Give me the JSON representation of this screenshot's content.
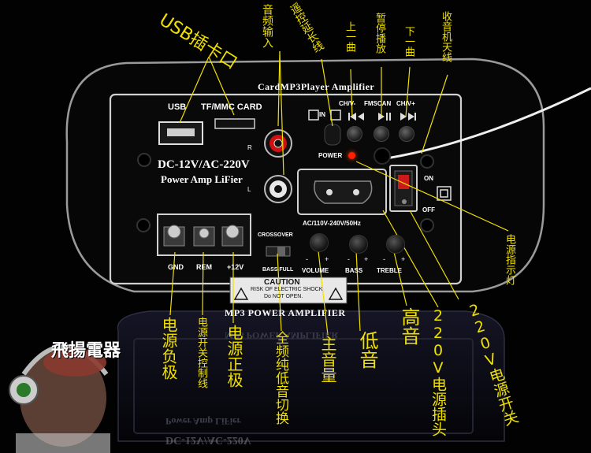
{
  "panel": {
    "brand_title": "CardMP3Player Amplifier",
    "usb_label": "USB",
    "tf_label": "TF/MMC CARD",
    "voltage_line": "DC-12V/AC-220V",
    "product_line": "Power Amp LiFier",
    "ch_minus": "CH/V-",
    "fmscan": "FMSCAN",
    "ch_plus": "CH/V+",
    "in_label": "IN",
    "power_label": "POWER",
    "on_label": "ON",
    "off_label": "OFF",
    "r_label": "R",
    "l_label": "L",
    "ac_input": "AC/110V-240V/50Hz",
    "crossover": "CROSSOVER",
    "bass_full": "BASS FULL",
    "volume": "VOLUME",
    "bass": "BASS",
    "treble": "TREBLE",
    "minus": "-",
    "plus": "+",
    "gnd": "GND",
    "rem": "REM",
    "plus12": "+12V",
    "caution_title": "CAUTION",
    "caution_line1": "RISK OF ELECTRIC SHOCK",
    "caution_line2": "Do NOT OPEN.",
    "mp3_power_amp": "MP3 POWER AMPLIFIER",
    "reflection_1": "MP3 POWER AMPLIFIER",
    "reflection_2": "Power Amp LiFier",
    "reflection_3": "DC-12V/AC-220V"
  },
  "annotations": {
    "usb_port": "USB插卡口",
    "audio_input": "音频输入",
    "remote_ext": "遥控延长线",
    "prev_track": "上一曲",
    "pause_play": "暂停播放",
    "next_track": "下一曲",
    "radio_antenna": "收音机天线",
    "power_indicator": "电源指示灯",
    "power_negative": "电源负极",
    "power_switch_ctrl": "电源开关控制线",
    "power_positive": "电源正极",
    "fullband_bass_switch": "全频纯低音切换",
    "main_volume": "主音量",
    "bass_note": "低音",
    "treble_note": "高音",
    "ac_socket": "220V电源插头",
    "ac_switch": "220V电源开关"
  },
  "watermark": {
    "text": "飛揚電器"
  },
  "colors": {
    "annotation": "#f0e000",
    "panel_outline": "#cfcfcf",
    "rca_red": "#d01010",
    "led_red": "#ff2000",
    "background": "#020202"
  }
}
